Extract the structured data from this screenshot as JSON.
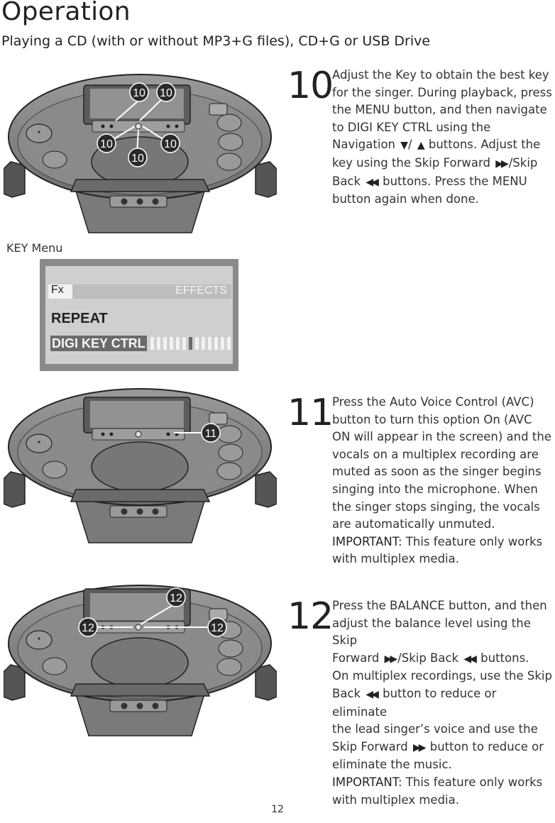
{
  "header": {
    "title": "Operation",
    "subtitle": "Playing a CD (with or without MP3+G files), CD+G or USB Drive"
  },
  "step10": {
    "num": "10",
    "t1": "Adjust the Key to obtain the best key",
    "t2": "for the singer. During playback, press",
    "t3": "the MENU button, and then navigate",
    "t4": "to DIGI KEY CTRL using the",
    "t5a": "Navigation",
    "t5b": "/",
    "t5c": "buttons. Adjust the",
    "t6": "key using the Skip Forward",
    "t6b": "/Skip",
    "t7a": "Back",
    "t7b": "buttons. Press the MENU",
    "t8": "button again when done.",
    "callouts": [
      "10",
      "10",
      "10",
      "10",
      "10"
    ]
  },
  "keymenu": {
    "label": "KEY Menu",
    "fx": "Fx",
    "effects": "EFFECTS",
    "repeat": "REPEAT",
    "digi": "DIGI KEY CTRL"
  },
  "step11": {
    "num": "11",
    "lines": [
      "Press the Auto Voice Control (AVC)",
      "button to turn this option On (AVC",
      "ON will appear in the screen) and the",
      "vocals on a multiplex recording are",
      "muted as soon as the singer begins",
      "singing into the microphone. When",
      "the singer stops singing, the vocals",
      "are automatically unmuted."
    ],
    "important": "IMPORTANT:",
    "imp_rest": " This feature only works",
    "last": "with multiplex media.",
    "callout": "11"
  },
  "step12": {
    "num": "12",
    "l1": "Press the BALANCE button, and then",
    "l2": "adjust the balance level using the Skip",
    "l3a": "Forward",
    "l3b": "/Skip Back",
    "l3c": "buttons.",
    "l4": "On multiplex recordings, use the Skip",
    "l5a": "Back",
    "l5b": "button to reduce or eliminate",
    "l6": "the lead singer’s voice and use the",
    "l7a": "Skip Forward",
    "l7b": "button to reduce or",
    "l8": "eliminate the music.",
    "important": "IMPORTANT:",
    "imp_rest": " This feature only works",
    "last": "with multiplex media.",
    "callouts": [
      "12",
      "12",
      "12"
    ]
  },
  "footer": {
    "page": "12"
  },
  "icons": {
    "skip_forward": "skip-forward-icon",
    "skip_back": "skip-back-icon",
    "nav_down": "nav-down-icon",
    "nav_up": "nav-up-icon"
  }
}
